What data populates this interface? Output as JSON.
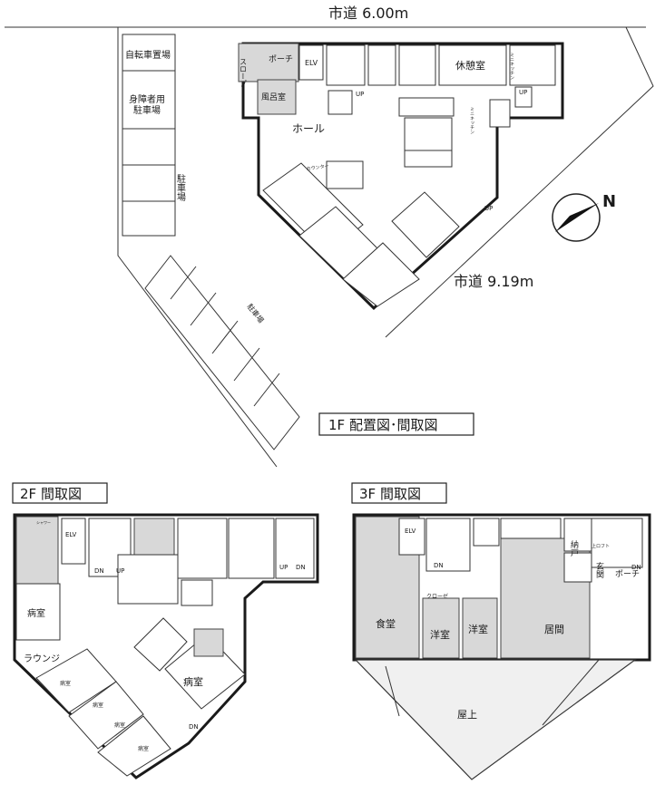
{
  "roads": {
    "top": "市道 6.00m",
    "right": "市道 9.19m"
  },
  "compass": {
    "north": "N"
  },
  "parking": {
    "bicycle": "自転車置場",
    "disabled_line1": "身障者用",
    "disabled_line2": "駐車場",
    "parking_vertical": "駐車場",
    "parking_diag": "駐車場"
  },
  "titles": {
    "f1": "1F 配置図･間取図",
    "f2": "2F 間取図",
    "f3": "3F 間取図"
  },
  "f1": {
    "porch": "ポーチ",
    "slope": "スロープ",
    "elv": "ELV",
    "rest_room": "休憩室",
    "bath": "風呂室",
    "hall": "ホール",
    "counter": "カウンター",
    "up1": "UP",
    "up2": "UP",
    "up3": "UP",
    "kitchen_a": "ミニキッチン",
    "kitchen_b": "ミニキッチン"
  },
  "f2": {
    "ward_a": "病室",
    "lounge": "ラウンジ",
    "ward_b": "病室",
    "ward_c": "病室",
    "ward_d": "病室",
    "ward_e": "病室",
    "ward_big": "病室",
    "elv": "ELV",
    "dn1": "DN",
    "up1": "UP",
    "up2": "UP",
    "dn2": "DN",
    "dn3": "DN",
    "shower": "シャワー"
  },
  "f3": {
    "dining": "食堂",
    "western_a": "洋室",
    "western_b": "洋室",
    "living": "居間",
    "rooftop": "屋上",
    "closet": "クローゼ",
    "storage": "納戸",
    "entrance": "玄関",
    "porch": "ポーチ",
    "elv": "ELV",
    "dn1": "DN",
    "dn2": "DN",
    "lift": "上ロフト"
  }
}
